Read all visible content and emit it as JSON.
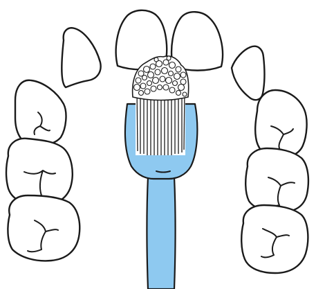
{
  "colors": {
    "background": "#ffffff",
    "outline": "#1a1a1a",
    "toothbrush": "#8ec9f0",
    "teeth": "#ffffff",
    "foam": "#ffffff"
  },
  "icons": {
    "teeth": "tooth-outline",
    "brush": "toothbrush",
    "foam": "foam-bubbles"
  }
}
